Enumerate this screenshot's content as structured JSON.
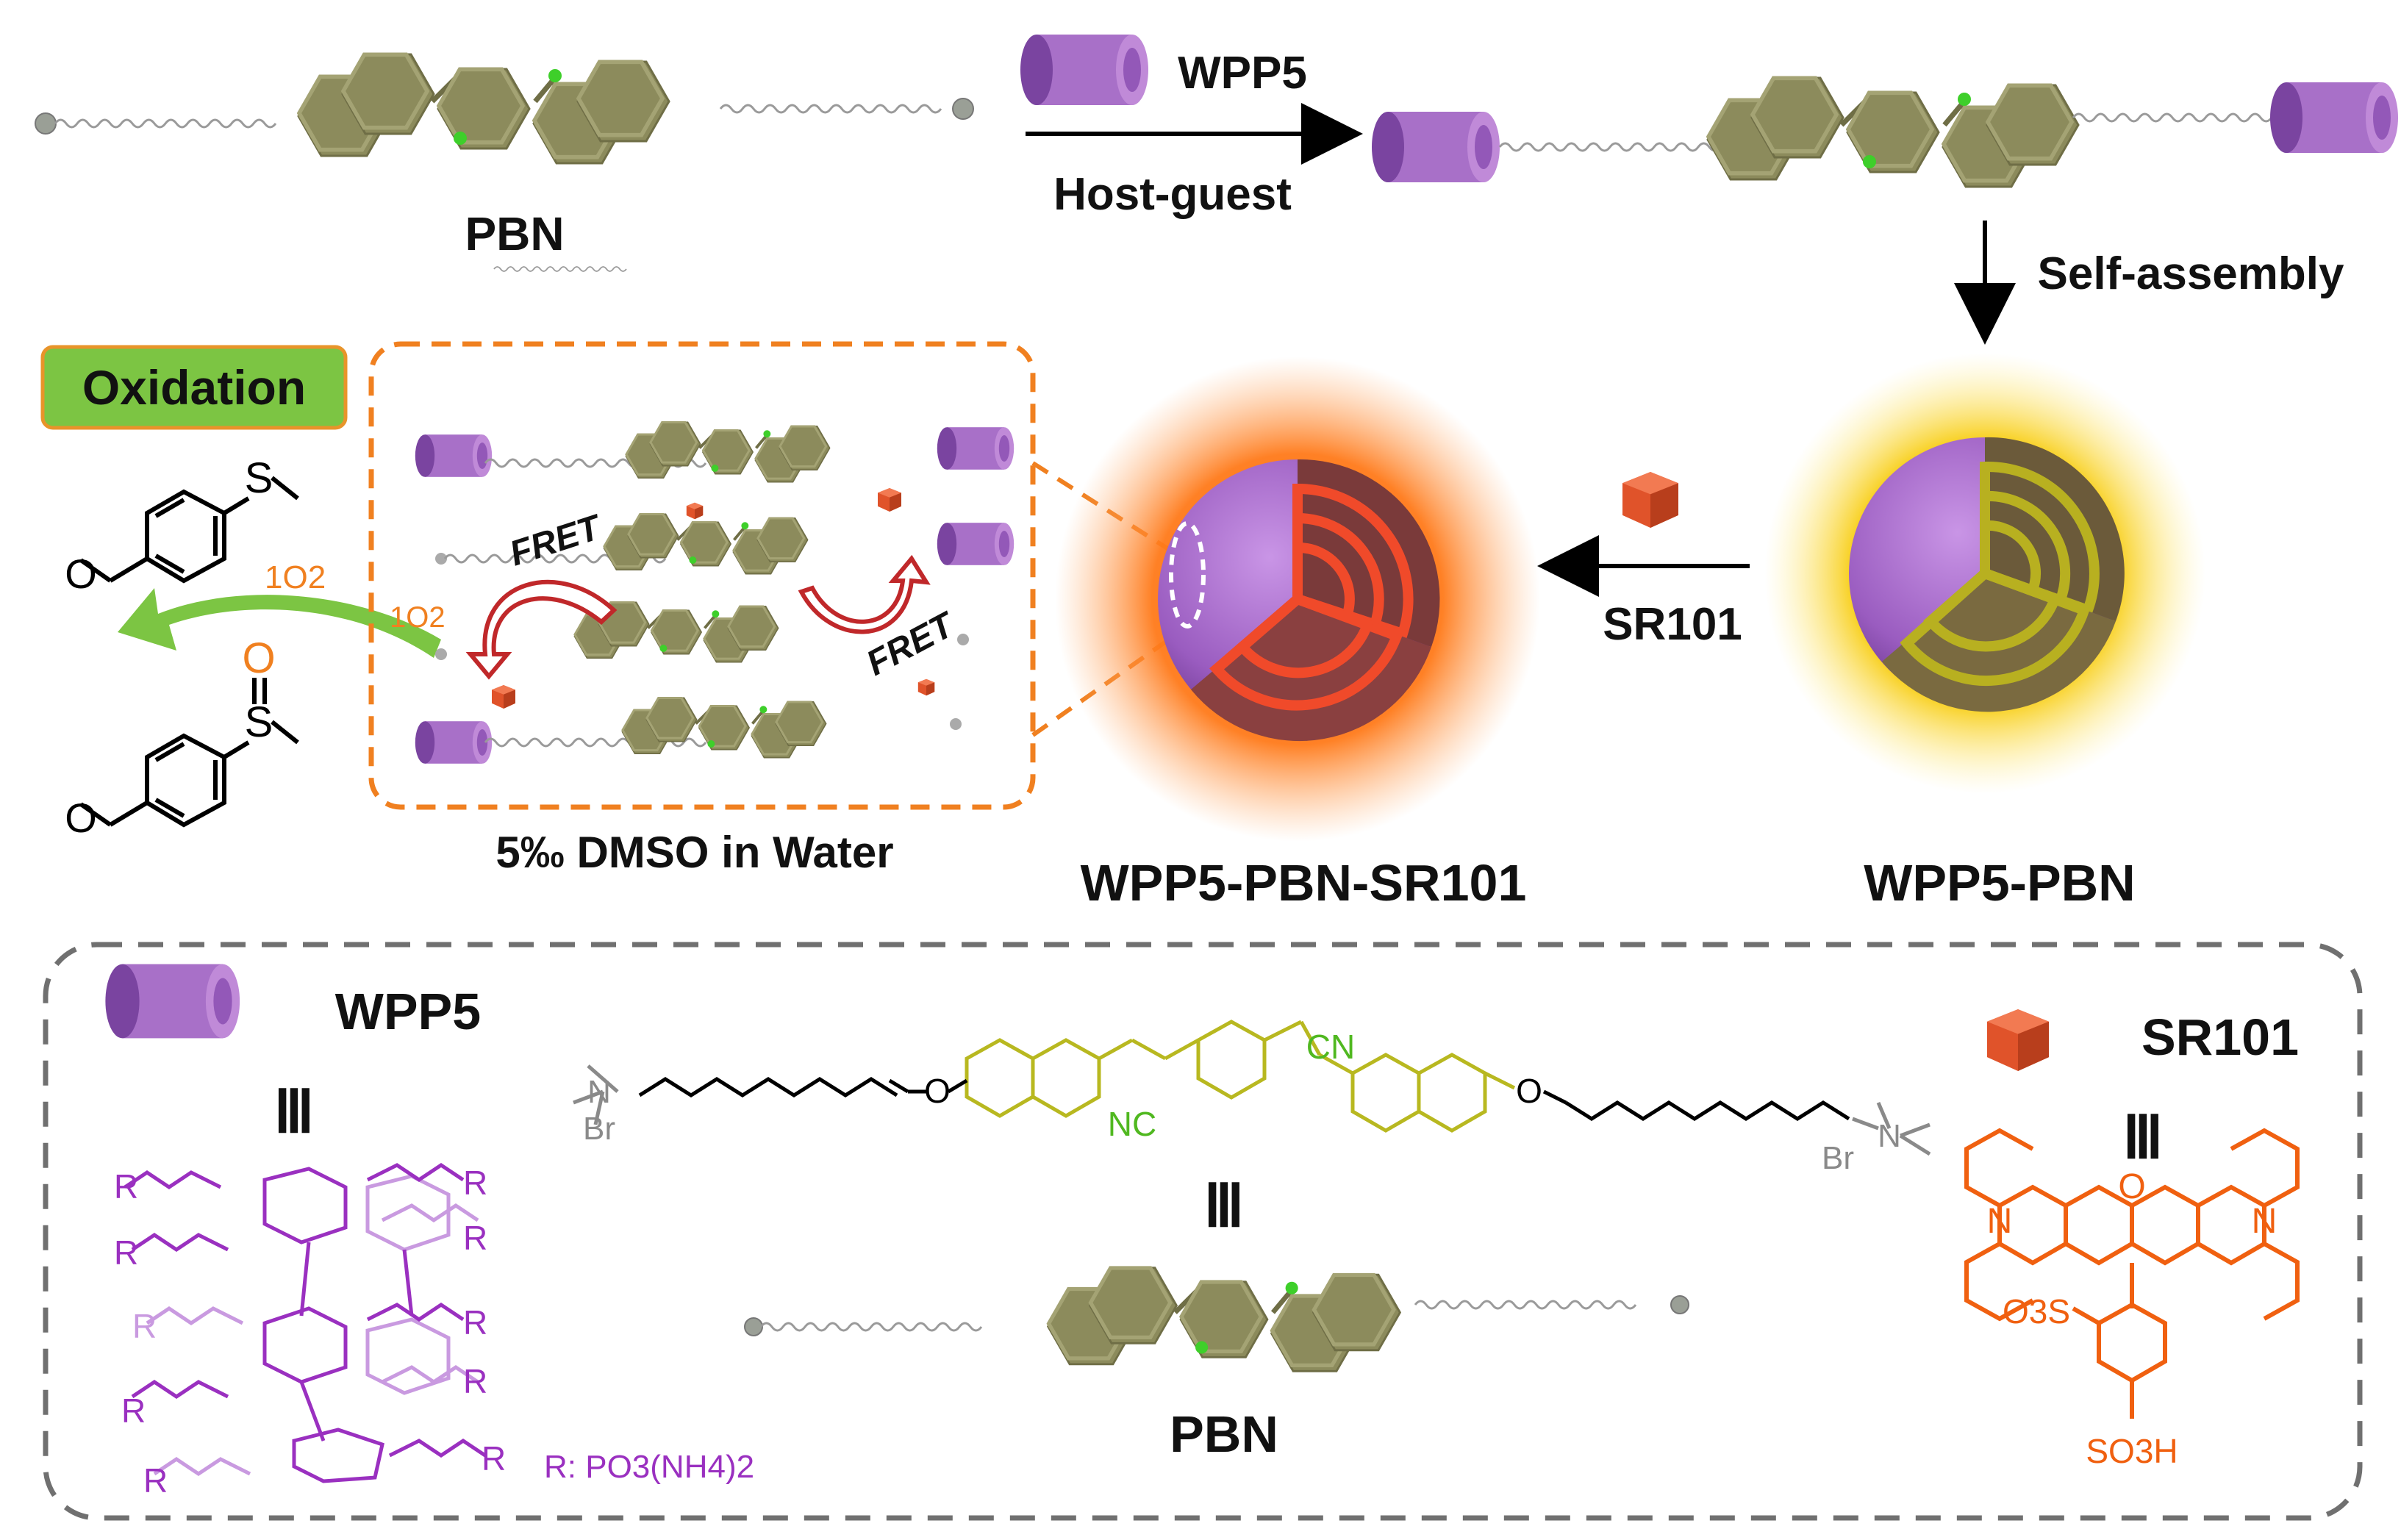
{
  "top_row": {
    "pbn_label": "PBN",
    "host_label": "WPP5",
    "arrow_label": "Host-guest",
    "assembly_label": "Self-assembly"
  },
  "middle_row": {
    "oxidation_label": "Oxidation",
    "singlet_oxygen_main": "1O2",
    "singlet_oxygen_inner": "1O2",
    "fret_label_1": "FRET",
    "fret_label_2": "FRET",
    "solvent_label": "5‰ DMSO in Water",
    "sr101_arrow_label": "SR101",
    "nanoparticle_sr101_label": "WPP5-PBN-SR101",
    "nanoparticle_label": "WPP5-PBN",
    "sulfide_atom": "S",
    "sulfoxide_s_atom": "S",
    "sulfoxide_o_atom": "O"
  },
  "legend": {
    "wpp5_label": "WPP5",
    "wpp5_r_group": "R: PO3(NH4)2",
    "pbn_label": "PBN",
    "sr101_label": "SR101",
    "equiv_symbol": "Ⅲ",
    "pbn_left_charge": "Br",
    "pbn_right_charge": "Br",
    "cn_top": "CN",
    "nc_bottom": "NC",
    "sr101_so3h": "SO3H",
    "sr101_o3s": "O3S"
  },
  "colors": {
    "pbn_body": "#8c8b5c",
    "pbn_dark": "#6f6e46",
    "pillar": "#a870c8",
    "pillar_dark": "#7a44a0",
    "cube": "#e0532a",
    "orange": "#f08020",
    "green": "#6cc02a",
    "oxidation_bg": "#7cc543",
    "yellow_glow": "#f5c400",
    "wpp5_purple": "#9a30c0",
    "wpp5_light": "#c99ae0",
    "pbn_olive": "#b8b820",
    "sr101_orange": "#f06010",
    "cn_green": "#50b820",
    "gray_text": "#8a8a8a"
  }
}
